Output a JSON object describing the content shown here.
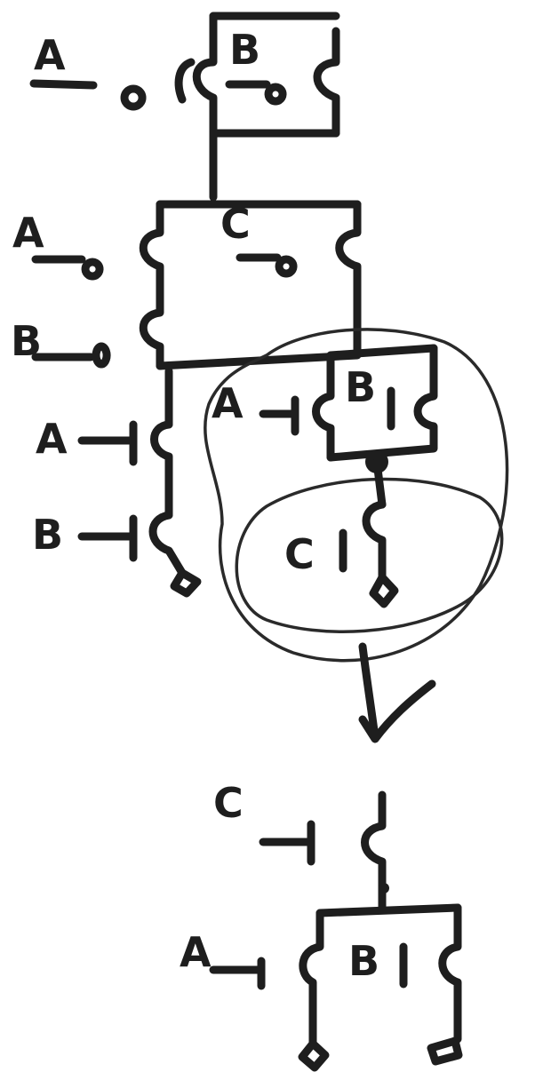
{
  "labels": {
    "top_a": "A",
    "top_b": "B",
    "pull_a": "A",
    "pull_c": "C",
    "pull_b": "B",
    "left_a": "A",
    "left_b": "B",
    "circ_a": "A",
    "circ_b": "B",
    "circ_c": "C",
    "bot_c": "C",
    "bot_a": "A",
    "bot_b": "B"
  }
}
